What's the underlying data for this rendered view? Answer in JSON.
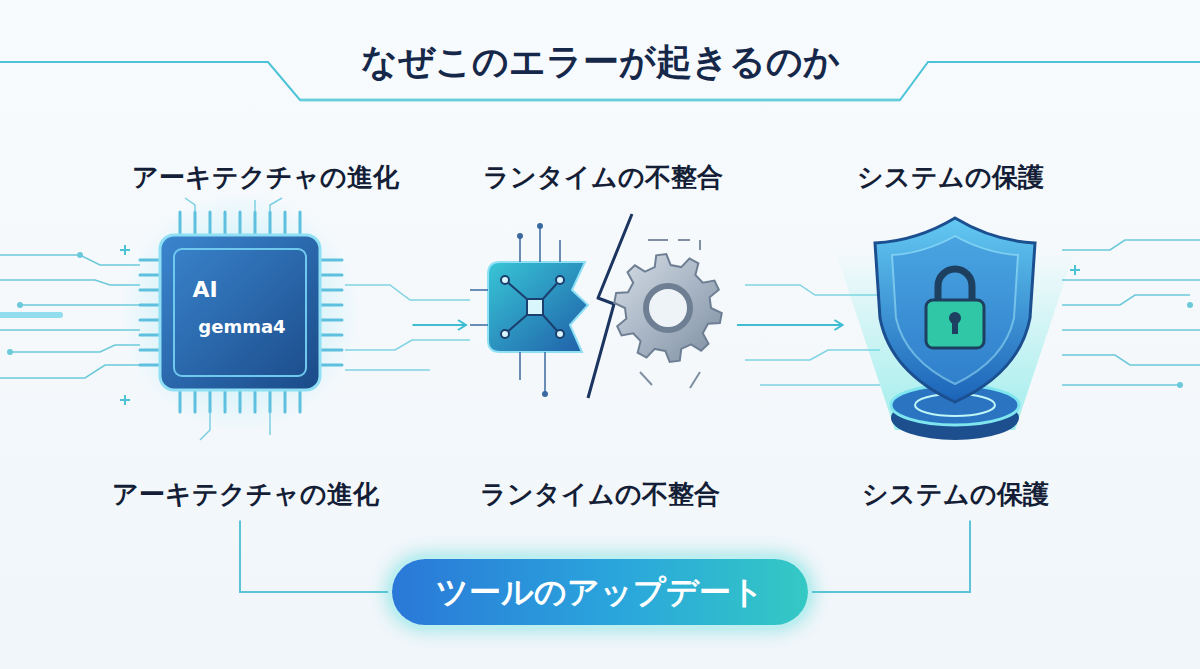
{
  "diagram": {
    "title": "なぜこのエラーが起きるのか",
    "nodes": [
      {
        "text": [
          "アーキテクチャの進化",
          "AI",
          "gemma4",
          "アーキテクチャの進化"
        ]
      },
      {
        "text": [
          "ランタイムの不整合",
          "ランタイムの不整合"
        ]
      },
      {
        "text": [
          "システムの保護",
          "システムの保護"
        ]
      },
      {
        "text": [
          "ツールのアップデート"
        ]
      }
    ],
    "edges": [
      {
        "from": 0,
        "to": 1,
        "arrow": "to"
      },
      {
        "from": 1,
        "to": 2,
        "arrow": "to"
      },
      {
        "from": 0,
        "to": 3,
        "arrow": "none"
      },
      {
        "from": 2,
        "to": 3,
        "arrow": "none"
      }
    ]
  }
}
